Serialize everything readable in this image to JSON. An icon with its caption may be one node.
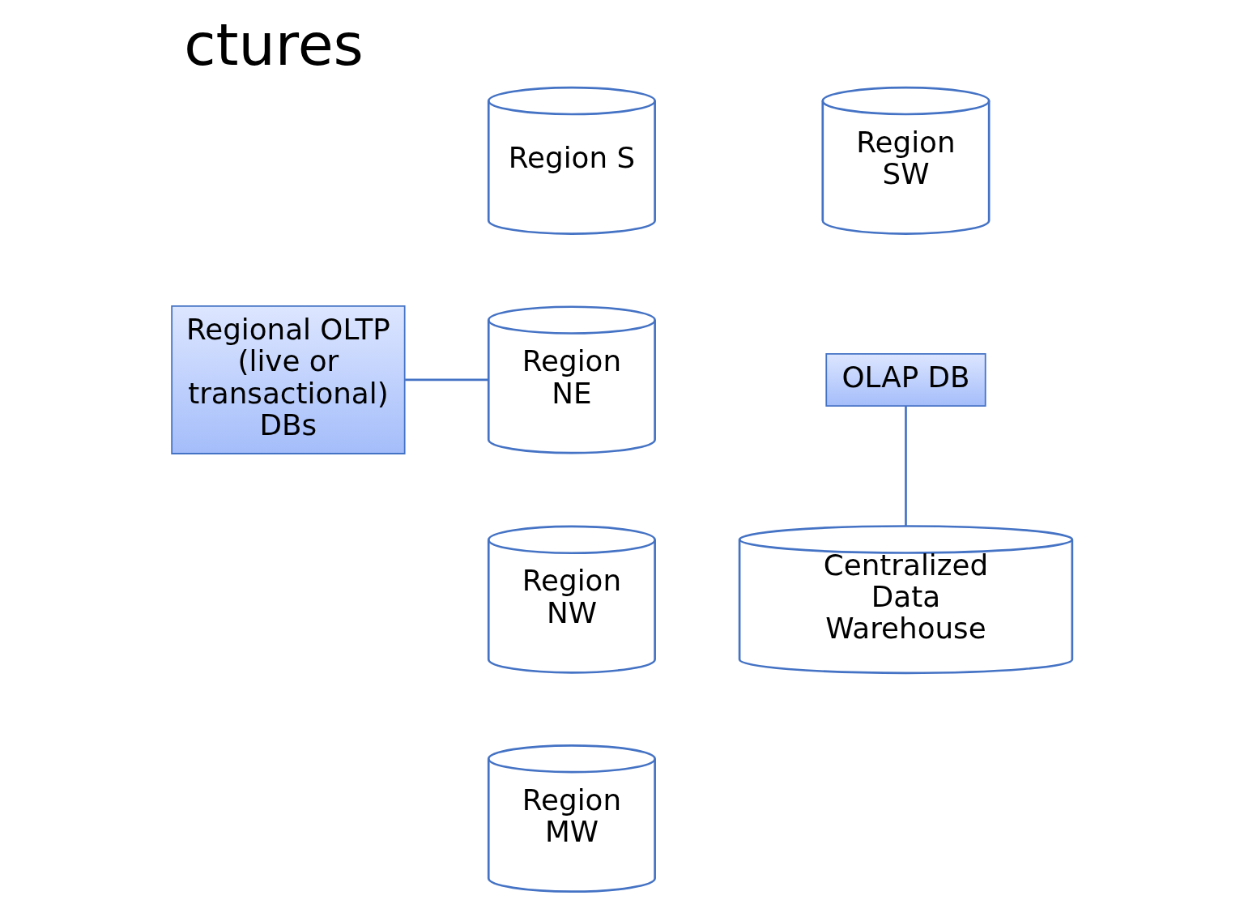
{
  "diagram": {
    "title": "ctures",
    "nodes": [
      {
        "text": [
          "Region S"
        ]
      },
      {
        "text": [
          "Region SW"
        ]
      },
      {
        "text": [
          "Regional OLTP (live or transactional) DBs"
        ]
      },
      {
        "text": [
          "Region NE"
        ]
      },
      {
        "text": [
          "OLAP DB"
        ]
      },
      {
        "text": [
          "Centralized Data Warehouse"
        ]
      },
      {
        "text": [
          "Region NW"
        ]
      },
      {
        "text": [
          "Region MW"
        ]
      }
    ],
    "edges": [
      {
        "from": 2,
        "to": 3,
        "arrow": "none"
      },
      {
        "from": 4,
        "to": 5,
        "arrow": "none"
      }
    ]
  }
}
